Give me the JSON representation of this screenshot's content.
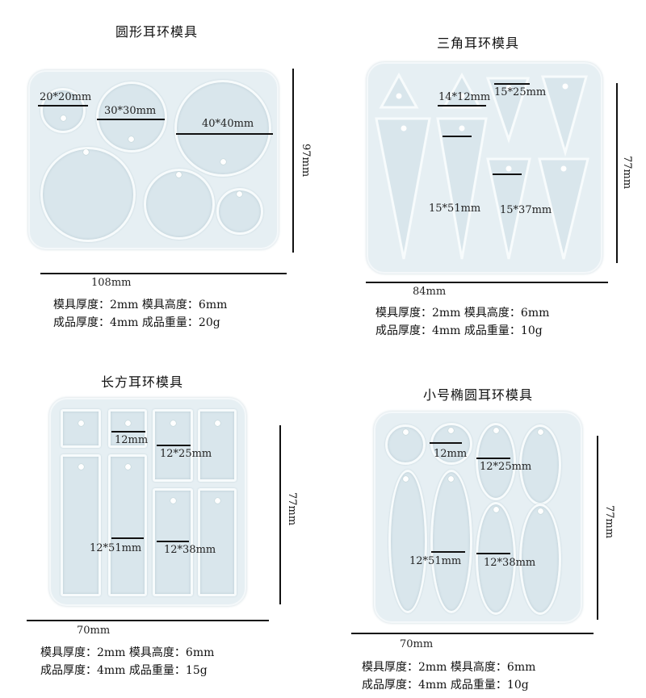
{
  "panels": [
    {
      "title": "圆形耳环模具",
      "labels": [
        "20*20mm",
        "30*30mm",
        "40*40mm"
      ],
      "width": "108mm",
      "height": "97mm",
      "spec_line1": "模具厚度：2mm 模具高度：6mm",
      "spec_line2": "成品厚度：4mm 成品重量：20g"
    },
    {
      "title": "三角耳环模具",
      "labels": [
        "14*12mm",
        "15*25mm",
        "15*51mm",
        "15*37mm"
      ],
      "width": "84mm",
      "height": "77mm",
      "spec_line1": "模具厚度：2mm 模具高度：6mm",
      "spec_line2": "成品厚度：4mm 成品重量：10g"
    },
    {
      "title": "长方耳环模具",
      "labels": [
        "12mm",
        "12*25mm",
        "12*51mm",
        "12*38mm"
      ],
      "width": "70mm",
      "height": "77mm",
      "spec_line1": "模具厚度：2mm 模具高度：6mm",
      "spec_line2": "成品厚度：4mm 成品重量：15g"
    },
    {
      "title": "小号椭圆耳环模具",
      "labels": [
        "12mm",
        "12*25mm",
        "12*51mm",
        "12*38mm"
      ],
      "width": "70mm",
      "height": "77mm",
      "spec_line1": "模具厚度：2mm 模具高度：6mm",
      "spec_line2": "成品厚度：4mm 成品重量：10g"
    }
  ]
}
